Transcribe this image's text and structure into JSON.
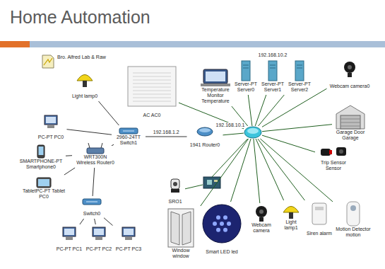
{
  "diagram": {
    "title": "Home Automation",
    "nodes": [
      {
        "text": [
          "Light lamp0"
        ]
      },
      {
        "text": [
          "AC AC0"
        ]
      },
      {
        "text": [
          "Temperature Monitor Temperature"
        ]
      },
      {
        "text": [
          "Server-PT Server0"
        ]
      },
      {
        "text": [
          "Server-PT Server1"
        ]
      },
      {
        "text": [
          "Server-PT Server2"
        ]
      },
      {
        "text": [
          "Webcam camera0"
        ]
      },
      {
        "text": [
          "PC-PT PC0"
        ]
      },
      {
        "text": [
          "2960-24TT Switch1"
        ]
      },
      {
        "text": [
          "1941 Router0"
        ]
      },
      {
        "text": [
          "Garage Door Garage"
        ]
      },
      {
        "text": [
          "SMARTPHONE-PT Smartphone0"
        ]
      },
      {
        "text": [
          "WRT300N Wireless Router0"
        ]
      },
      {
        "text": [
          "TabletPC-PT Tablet PC0"
        ]
      },
      {
        "text": [
          "Trip Sensor Sensor"
        ]
      },
      {
        "text": [
          "SRO1"
        ]
      },
      {
        "text": [
          "Switch0"
        ]
      },
      {
        "text": [
          "Window window"
        ]
      },
      {
        "text": [
          "Smart LED led"
        ]
      },
      {
        "text": [
          "Webcam camera"
        ]
      },
      {
        "text": [
          "Light lamp1"
        ]
      },
      {
        "text": [
          "Siren alarm"
        ]
      },
      {
        "text": [
          "Motion Detector motion"
        ]
      },
      {
        "text": [
          "PC-PT PC1"
        ]
      },
      {
        "text": [
          "PC-PT PC2"
        ]
      },
      {
        "text": [
          "PC-PT PC3"
        ]
      }
    ],
    "edges": [
      {
        "from": 0,
        "to": 8,
        "arrow": "none"
      },
      {
        "from": 7,
        "to": 8,
        "arrow": "none"
      },
      {
        "from": 12,
        "to": 8,
        "arrow": "none"
      },
      {
        "from": 8,
        "to": 9,
        "label": "192.168.1.2",
        "arrow": "none"
      },
      {
        "from": 11,
        "to": 12,
        "arrow": "none"
      },
      {
        "from": 13,
        "to": 12,
        "arrow": "none"
      },
      {
        "from": 12,
        "to": 16,
        "arrow": "none"
      },
      {
        "from": 16,
        "to": 23,
        "arrow": "none"
      },
      {
        "from": 16,
        "to": 24,
        "arrow": "none"
      },
      {
        "from": 16,
        "to": 25,
        "arrow": "none"
      }
    ],
    "labels": [
      "Bro. Alfred Lab & Raw",
      "192.168.10.2",
      "192.168.10.1"
    ]
  }
}
